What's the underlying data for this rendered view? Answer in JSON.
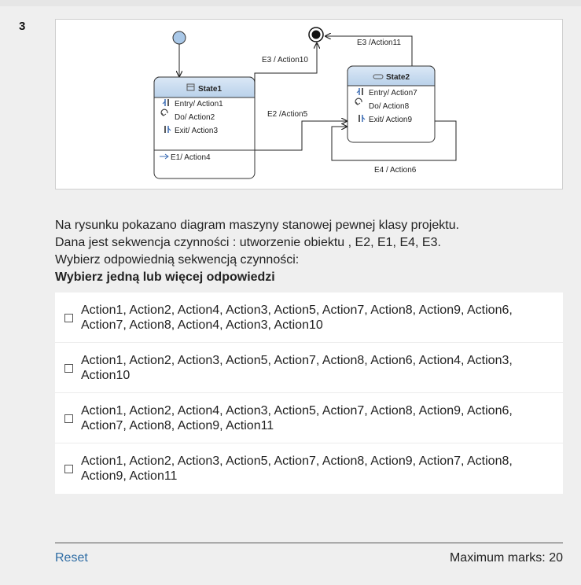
{
  "question": {
    "number": "3",
    "lines": [
      "Na rysunku pokazano diagram maszyny stanowej pewnej klasy projektu.",
      "Dana jest sekwencja czynności : utworzenie obiektu , E2, E1, E4,  E3.",
      "Wybierz odpowiednią sekwencją czynności:"
    ],
    "prompt": "Wybierz jedną lub więcej odpowiedzi"
  },
  "diagram": {
    "state1": {
      "title": "State1",
      "entry": "Entry/ Action1",
      "do": "Do/ Action2",
      "exit": "Exit/ Action3",
      "internal": "E1/ Action4"
    },
    "state2": {
      "title": "State2",
      "entry": "Entry/ Action7",
      "do": "Do/ Action8",
      "exit": "Exit/ Action9"
    },
    "transitions": {
      "s1_to_final": "E3 / Action10",
      "s2_to_final": "E3 /Action11",
      "s1_to_s2": "E2 /Action5",
      "s2_self": "E4 / Action6"
    },
    "colors": {
      "initial_fill": "#a9c8e8",
      "state_header": "#c8dcf0",
      "line": "#222222"
    }
  },
  "options": [
    {
      "label": "Action1, Action2, Action4, Action3, Action5, Action7, Action8, Action9, Action6, Action7, Action8, Action4, Action3, Action10"
    },
    {
      "label": "Action1, Action2, Action3, Action5, Action7, Action8, Action6, Action4, Action3, Action10"
    },
    {
      "label": "Action1, Action2, Action4, Action3, Action5, Action7, Action8, Action9, Action6, Action7, Action8, Action9, Action11"
    },
    {
      "label": "Action1, Action2, Action3, Action5, Action7, Action8, Action9, Action7, Action8, Action9, Action11"
    }
  ],
  "footer": {
    "reset": "Reset",
    "max_marks": "Maximum marks: 20"
  }
}
